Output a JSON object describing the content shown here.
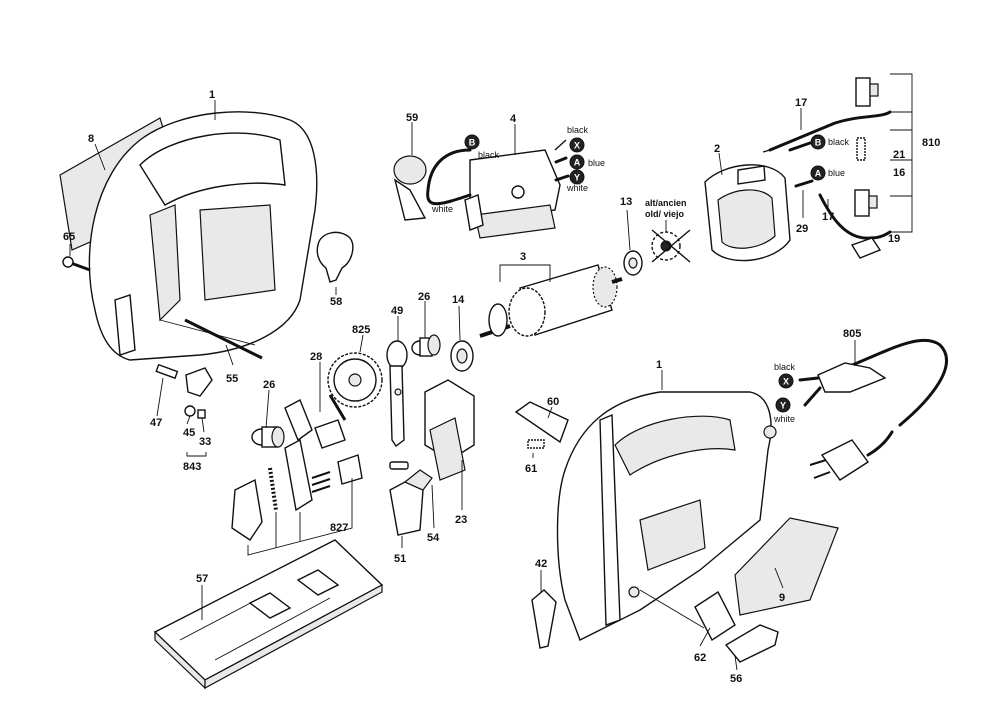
{
  "parts": {
    "p1_housing_left": "1",
    "p1_housing_right": "1",
    "p2": "2",
    "p3": "3",
    "p4": "4",
    "p8": "8",
    "p9": "9",
    "p13": "13",
    "p14": "14",
    "p16": "16",
    "p17_top": "17",
    "p17_lower": "17",
    "p19": "19",
    "p21": "21",
    "p23": "23",
    "p26_upper": "26",
    "p26_lower": "26",
    "p28": "28",
    "p29": "29",
    "p33": "33",
    "p42": "42",
    "p45": "45",
    "p47": "47",
    "p49": "49",
    "p51": "51",
    "p54": "54",
    "p55": "55",
    "p56": "56",
    "p57": "57",
    "p58": "58",
    "p59": "59",
    "p60": "60",
    "p61": "61",
    "p62": "62",
    "p65": "65",
    "p805": "805",
    "p810": "810",
    "p825": "825",
    "p827": "827",
    "p843": "843"
  },
  "wires": {
    "black": "black",
    "blue": "blue",
    "white": "white"
  },
  "badges": {
    "a": "A",
    "b": "B",
    "x": "X",
    "y": "Y"
  },
  "alt_label": {
    "line1": "alt/ancien",
    "line2": "old/ viejo"
  }
}
